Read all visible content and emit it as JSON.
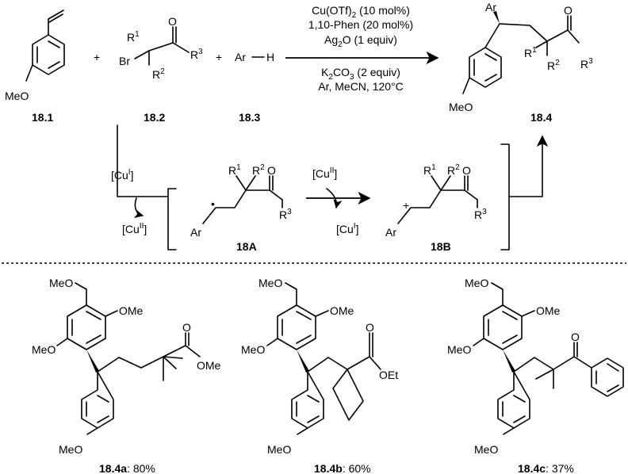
{
  "compounds": {
    "c181": "18.1",
    "c182": "18.2",
    "c183": "18.3",
    "c184": "18.4",
    "i18A": "18A",
    "i18B": "18B"
  },
  "atoms": {
    "meo": "MeO",
    "ome": "OMe",
    "oet": "OEt",
    "o": "O",
    "br": "Br",
    "ar": "Ar",
    "h": "H",
    "r1": "R",
    "r2": "R",
    "r3": "R",
    "s1": "1",
    "s2": "2",
    "s3": "3",
    "plus": "+",
    "dot": "•"
  },
  "conditions": {
    "line1_main": "Cu(OTf)",
    "line1_sub": "2",
    "line1_tail": " (10 mol%)",
    "line2": "1,10-Phen (20 mol%)",
    "line3_main": "Ag",
    "line3_sub": "2",
    "line3_tail": "O (1 equiv)",
    "line4_main": "K",
    "line4_sub": "2",
    "line4_mid": "CO",
    "line4_sub2": "3",
    "line4_tail": " (2 equiv)",
    "line5": "Ar, MeCN, 120°C"
  },
  "mechanism": {
    "cu_open": "[Cu",
    "cu_close": "]",
    "sup1": "I",
    "sup2": "II"
  },
  "products": {
    "a_name": "18.4a",
    "a_yield": ": 80%",
    "b_name": "18.4b",
    "b_yield": ": 60%",
    "c_name": "18.4c",
    "c_yield": ": 37%"
  }
}
